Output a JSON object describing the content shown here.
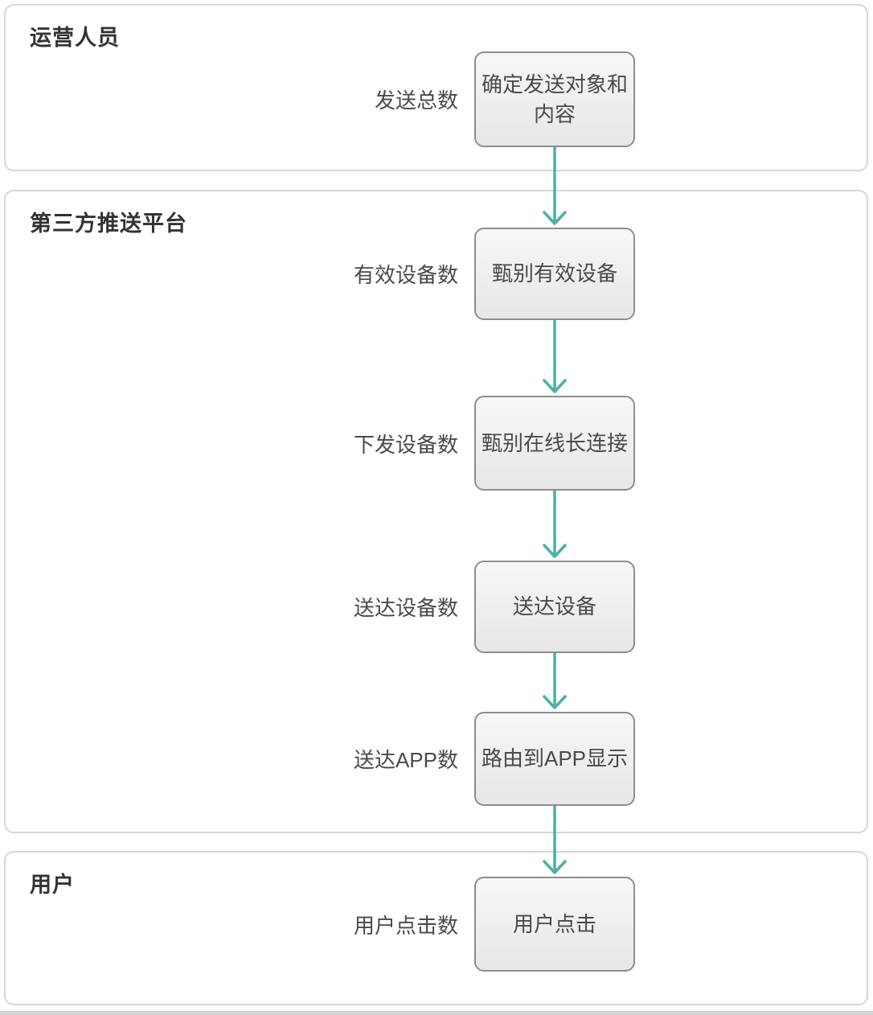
{
  "colors": {
    "connector": "#4db1a3",
    "node_border": "#8d8d8d",
    "node_fill_top": "#f7f7f7",
    "node_fill_bottom": "#e7e7e7",
    "lane_border": "#d7d7d7",
    "heading": "#333333",
    "text": "#4a4a4a"
  },
  "lanes": [
    {
      "title": "运营人员"
    },
    {
      "title": "第三方推送平台"
    },
    {
      "title": "用户"
    }
  ],
  "steps": [
    {
      "metric": "发送总数",
      "node": "确定发送对象和内容"
    },
    {
      "metric": "有效设备数",
      "node": "甄别有效设备"
    },
    {
      "metric": "下发设备数",
      "node": "甄别在线长连接"
    },
    {
      "metric": "送达设备数",
      "node": "送达设备"
    },
    {
      "metric": "送达APP数",
      "node": "路由到APP显示"
    },
    {
      "metric": "用户点击数",
      "node": "用户点击"
    }
  ]
}
